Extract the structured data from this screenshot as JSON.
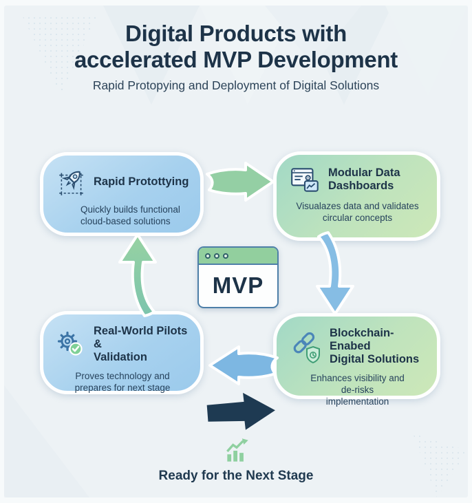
{
  "header": {
    "title": "Digital Products with\naccelerated MVP Development",
    "subtitle": "Rapid Protopying and Deployment of Digital Solutions"
  },
  "cards": [
    {
      "title": "Rapid Protottying",
      "description": "Quickly builds functional\ncloud-based solutions",
      "icon": "rocket-prototype-icon"
    },
    {
      "title": "Modular Data\nDashboards",
      "description": "Visualazes data and validates\ncircular concepts",
      "icon": "modular-dashboard-icon"
    },
    {
      "title": "Real-World Pilots &\nValidation",
      "description": "Proves technology and\nprepares for next stage",
      "icon": "gear-check-icon"
    },
    {
      "title": "Blockchain-Enabed\nDigital Solutions",
      "description": "Enhances visibility and\nde-risks\nimplementation",
      "icon": "blockchain-shield-icon"
    }
  ],
  "center": {
    "label": "MVP"
  },
  "footer": {
    "label": "Ready for the Next Stage",
    "icon": "growth-chart-icon"
  },
  "colors": {
    "background": "#edf2f5",
    "heading_text": "#1d3348",
    "card_blue": "#a8d3ee",
    "card_green": "#b6dfc0",
    "arrow_green": "#94cfa4",
    "arrow_blue": "#83bbe3",
    "arrow_dark_navy": "#1e3a52",
    "mvp_header_green": "#92cf9e",
    "mvp_border_blue": "#4d7fa8",
    "growth_chart_green": "#8fd0a0"
  }
}
